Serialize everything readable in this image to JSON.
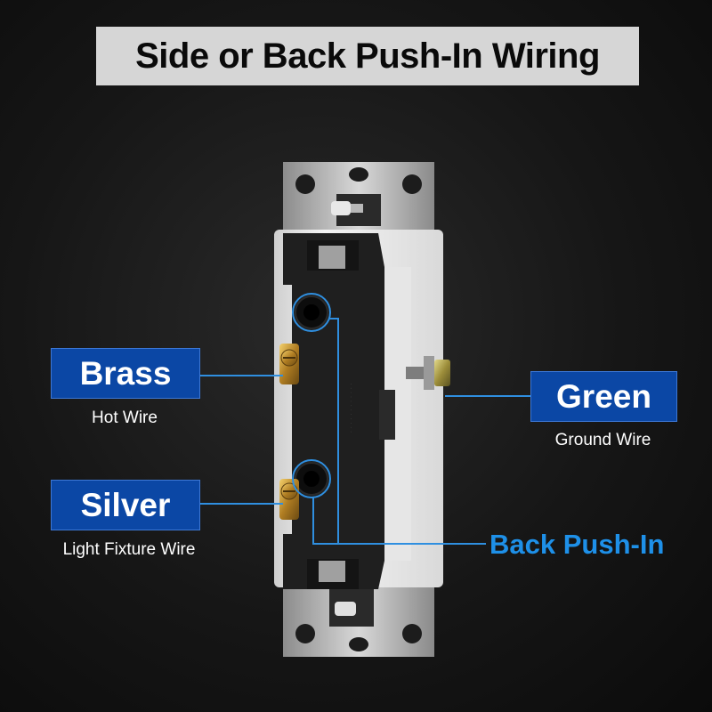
{
  "title": "Side or Back Push-In Wiring",
  "labels": {
    "brass": {
      "name": "Brass",
      "caption": "Hot Wire"
    },
    "silver": {
      "name": "Silver",
      "caption": "Light Fixture Wire"
    },
    "green": {
      "name": "Green",
      "caption": "Ground Wire"
    },
    "back_push_in": "Back Push-In"
  },
  "colors": {
    "label_box": "#0b47a5",
    "callout_line": "#2f8fe0",
    "back_push_in_text": "#1e90e8",
    "title_bar": "#d6d6d6"
  }
}
